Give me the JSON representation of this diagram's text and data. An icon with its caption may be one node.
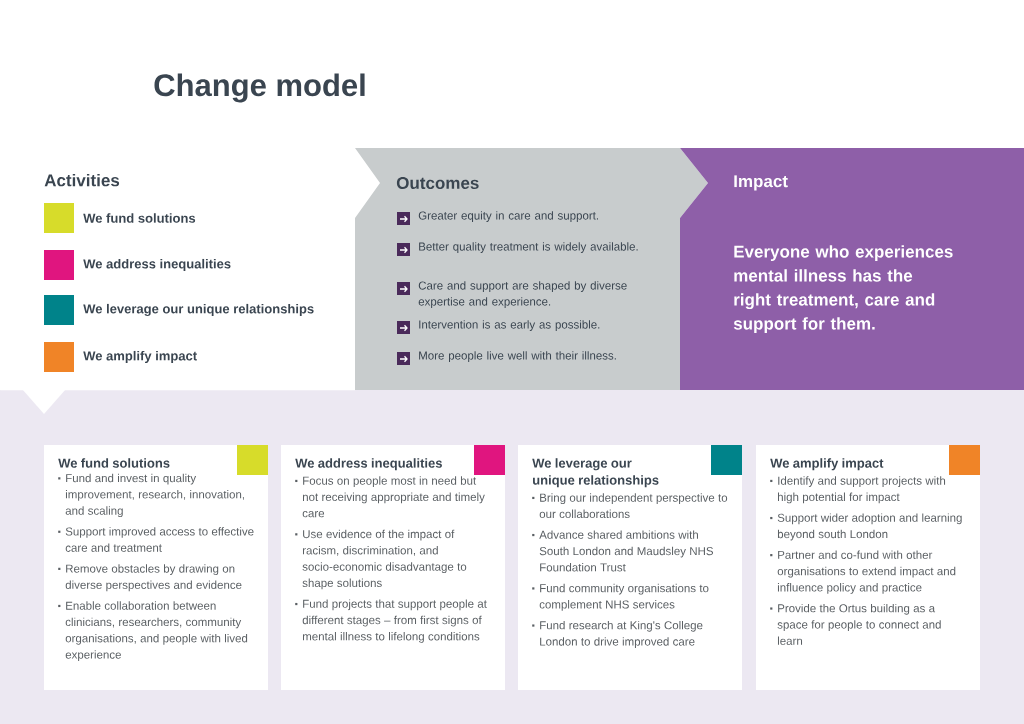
{
  "diagram": {
    "title": "Change model",
    "nodes": [
      {
        "text": [
          "Activities"
        ]
      },
      {
        "text": [
          "Outcomes",
          "Greater equity in care and support.",
          "Better quality treatment is widely available.",
          "Care and support are shaped by diverse expertise and experience.",
          "Intervention is as early as possible.",
          "More people live well with their illness."
        ]
      },
      {
        "text": [
          "Impact",
          "Everyone who experiences mental illness has the right treatment, care and support for them."
        ]
      },
      {
        "text": [
          "We fund solutions",
          "Fund and invest in quality improvement, research, innovation, and scaling",
          "Support improved access to effective care and treatment",
          "Remove obstacles by drawing on diverse perspectives and evidence",
          "Enable collaboration between clinicians, researchers, community organisations, and people with lived experience"
        ]
      },
      {
        "text": [
          "We address inequalities",
          "Focus on people most in need but not receiving appropriate and timely care",
          "Use evidence of the impact of racism, discrimination, and socio-economic disadvantage to shape solutions",
          "Fund projects that support people at different stages – from first signs of mental illness to lifelong conditions"
        ]
      },
      {
        "text": [
          "We leverage our unique relationships",
          "Bring our independent perspective to our collaborations",
          "Advance shared ambitions with South London and Maudsley NHS Foundation Trust",
          "Fund community organisations to complement NHS services",
          "Fund research at King's College London to drive improved care"
        ]
      },
      {
        "text": [
          "We amplify impact",
          "Identify and support projects with high potential for impact",
          "Support wider adoption and learning beyond south London",
          "Partner and co-fund with other organisations to extend impact and influence policy and practice",
          "Provide the Ortus building as a space for people to connect and learn"
        ]
      }
    ],
    "legend": [
      {
        "text": "We fund solutions",
        "color": "#d7dc2a"
      },
      {
        "text": "We address inequalities",
        "color": "#e0157f"
      },
      {
        "text": "We leverage our unique relationships",
        "color": "#00838a"
      },
      {
        "text": "We amplify impact",
        "color": "#f08427"
      }
    ]
  }
}
